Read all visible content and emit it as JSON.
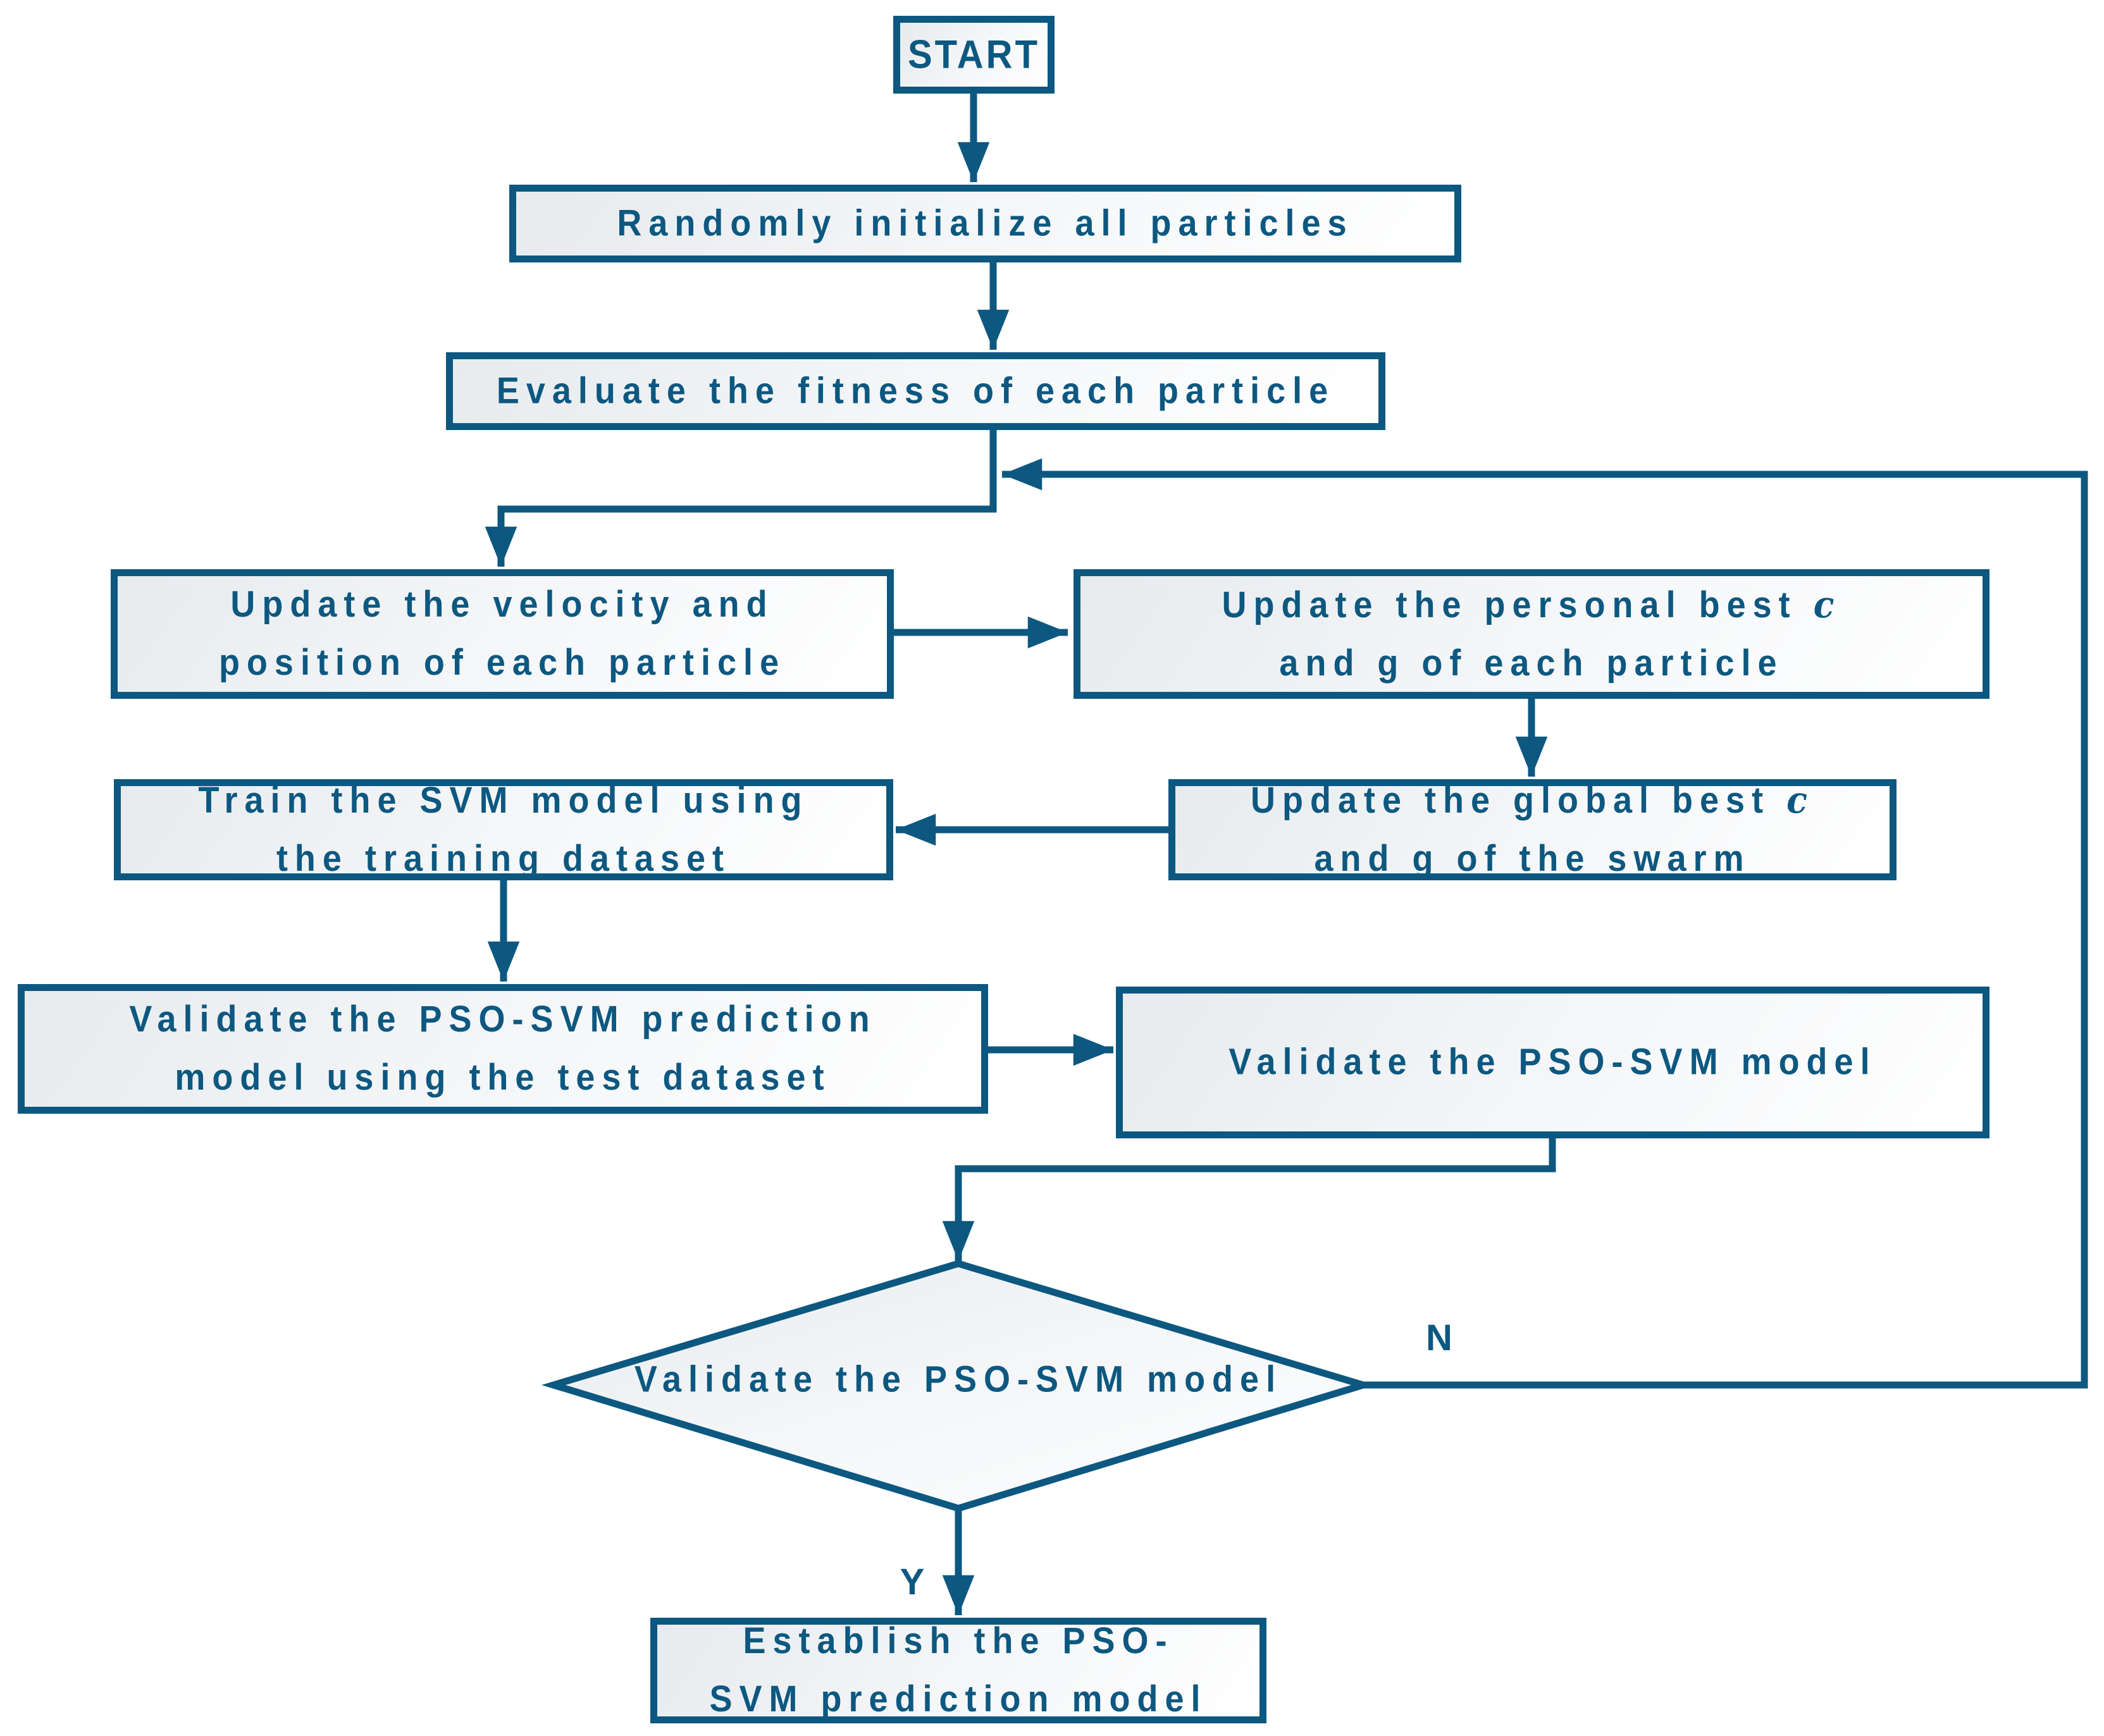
{
  "title": "PSO-SVM prediction model flowchart",
  "palette": {
    "stroke": "#0d5880",
    "text": "#0d5880",
    "fill_from": "#e7ebee",
    "fill_mid": "#f3f5f7",
    "fill_to": "#ffffff",
    "bg": "#ffffff"
  },
  "nodes": {
    "start": {
      "lines": [
        [
          {
            "t": "START"
          }
        ]
      ]
    },
    "init": {
      "lines": [
        [
          {
            "t": "Randomly initialize all particles"
          }
        ]
      ]
    },
    "evaluate": {
      "lines": [
        [
          {
            "t": "Evaluate the fitness of each particle"
          }
        ]
      ]
    },
    "velocity": {
      "lines": [
        [
          {
            "t": "Update the velocity and"
          }
        ],
        [
          {
            "t": "position of each particle"
          }
        ]
      ]
    },
    "pbest": {
      "lines": [
        [
          {
            "t": "Update the personal best "
          },
          {
            "t": "c",
            "italic": true
          }
        ],
        [
          {
            "t": "and g of each particle"
          }
        ]
      ]
    },
    "train": {
      "lines": [
        [
          {
            "t": "Train the SVM model using"
          }
        ],
        [
          {
            "t": "the training dataset"
          }
        ]
      ]
    },
    "gbest": {
      "lines": [
        [
          {
            "t": "Update the global best "
          },
          {
            "t": "c",
            "italic": true
          }
        ],
        [
          {
            "t": "and g of the swarm"
          }
        ]
      ]
    },
    "validate_test": {
      "lines": [
        [
          {
            "t": "Validate the PSO-SVM prediction"
          }
        ],
        [
          {
            "t": "model using the test dataset"
          }
        ]
      ]
    },
    "validate_model": {
      "lines": [
        [
          {
            "t": "Validate the PSO-SVM model"
          }
        ]
      ]
    },
    "decision": {
      "lines": [
        [
          {
            "t": "Validate the PSO-SVM model"
          }
        ]
      ]
    },
    "establish": {
      "lines": [
        [
          {
            "t": "Establish the PSO-"
          }
        ],
        [
          {
            "t": "SVM prediction model"
          }
        ]
      ]
    }
  },
  "branch_labels": {
    "no": "N",
    "yes": "Y"
  },
  "edges": [
    {
      "from": "start",
      "to": "init"
    },
    {
      "from": "init",
      "to": "evaluate"
    },
    {
      "from": "evaluate",
      "to": "velocity"
    },
    {
      "from": "velocity",
      "to": "pbest"
    },
    {
      "from": "pbest",
      "to": "gbest"
    },
    {
      "from": "gbest",
      "to": "train"
    },
    {
      "from": "train",
      "to": "validate_test"
    },
    {
      "from": "validate_test",
      "to": "validate_model"
    },
    {
      "from": "validate_model",
      "to": "decision"
    },
    {
      "from": "decision",
      "to": "establish",
      "label": "Y"
    },
    {
      "from": "decision",
      "to": "velocity",
      "label": "N",
      "via": "feedback loop joining the line between evaluate and velocity"
    }
  ]
}
